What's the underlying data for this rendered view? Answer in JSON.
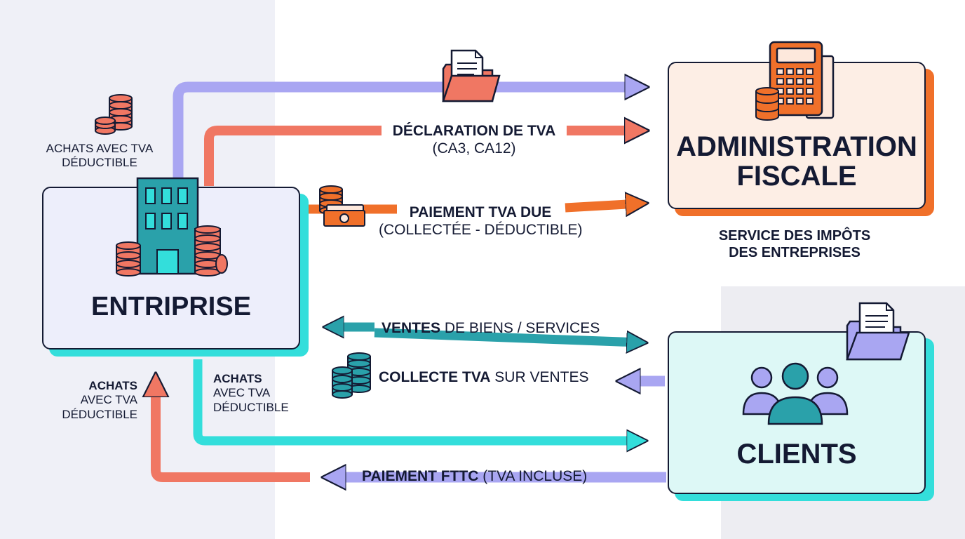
{
  "nodes": {
    "administration": {
      "title_line1": "ADMINISTRATION",
      "title_line2": "FISCALE",
      "subtitle_line1": "SERVICE DES IMPÔTS",
      "subtitle_line2": "DES ENTREPRISES"
    },
    "entreprise": {
      "title": "ENTRIPRISE"
    },
    "clients": {
      "title": "CLIENTS"
    }
  },
  "flows": {
    "declaration": {
      "bold": "DÉCLARATION DE TVA",
      "sub": "(CA3, CA12)"
    },
    "paiement_tva": {
      "bold": "PAIEMENT TVA DUE",
      "sub": "(COLLECTÉE - DÉDUCTIBLE)"
    },
    "ventes": {
      "bold": "VENTES",
      "rest": " DE BIENS / SERVICES"
    },
    "collecte": {
      "bold": "COLLECTE TVA",
      "rest": " SUR VENTES"
    },
    "paiement_fttc": {
      "bold": "PAIEMENT FTTC",
      "rest": " (TVA INCLUSE)"
    },
    "achats_top": {
      "line1": "ACHATS AVEC TVA",
      "line2": "DÉDUCTIBLE"
    },
    "achats_left": {
      "line1": "ACHATS",
      "line2": "AVEC TVA",
      "line3": "DÉDUCTIBLE"
    },
    "achats_mid": {
      "line1": "ACHATS",
      "line2": "AVEC TVA",
      "line3": "DÉDUCTIBLE"
    }
  },
  "icons": {
    "folder_top": "folder-document-icon",
    "folder_clients": "folder-document-icon",
    "calculator": "calculator-icon",
    "building": "office-building-icon",
    "coins": "coin-stack-icon",
    "banknote": "banknote-icon",
    "users": "users-group-icon"
  },
  "colors": {
    "lavender": "#a9a6f2",
    "salmon": "#f07763",
    "orange": "#f0702a",
    "teal": "#2aa1aa",
    "cyan": "#33dedb",
    "admin_fill": "#fdeee5",
    "entreprise_fill": "#edeefb",
    "clients_fill": "#ddf8f6"
  }
}
